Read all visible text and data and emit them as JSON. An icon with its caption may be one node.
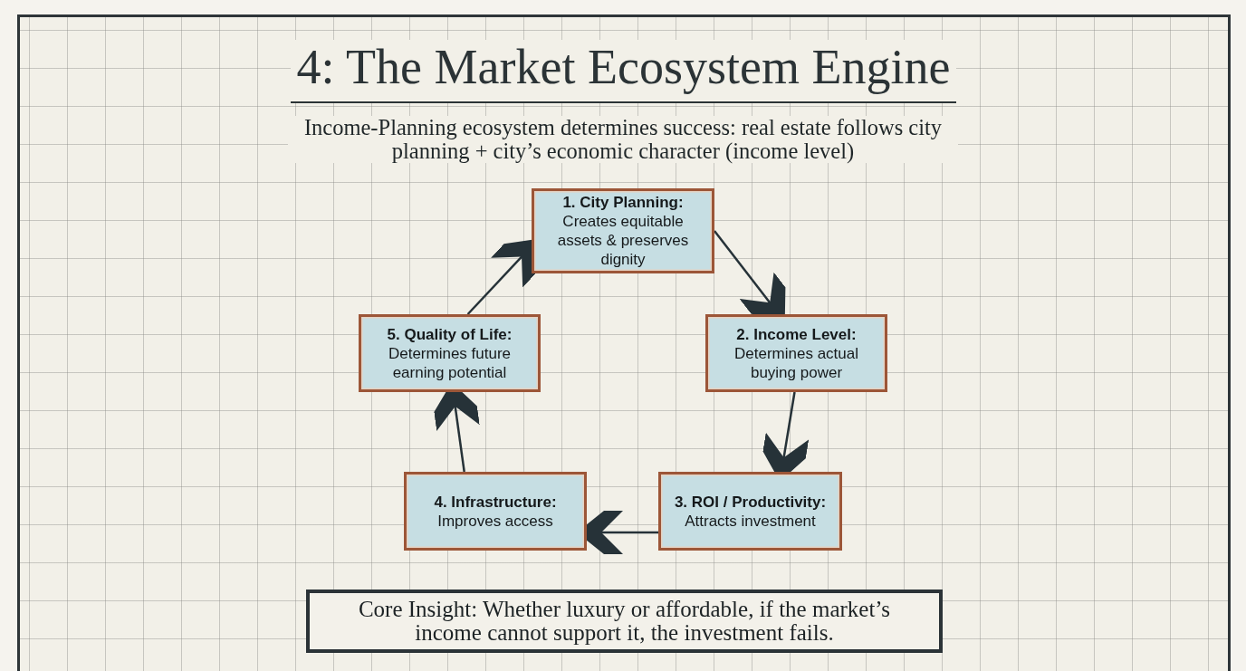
{
  "diagram": {
    "title": "4: The Market Ecosystem Engine",
    "nodes": [
      {
        "text": [
          "1. City Planning:",
          "Creates equitable assets & preserves dignity"
        ]
      },
      {
        "text": [
          "2. Income Level:",
          "Determines actual buying power"
        ]
      },
      {
        "text": [
          "3. ROI / Productivity:",
          "Attracts investment"
        ]
      },
      {
        "text": [
          "4. Infrastructure:",
          "Improves access"
        ]
      },
      {
        "text": [
          "5. Quality of Life:",
          "Determines future earning potential"
        ]
      },
      {
        "text": [
          "Core Insight: Whether luxury or affordable, if the market’s income cannot support it, the investment fails."
        ]
      }
    ],
    "edges": [
      {
        "from": 0,
        "to": 1,
        "arrow": "to"
      },
      {
        "from": 1,
        "to": 2,
        "arrow": "to"
      },
      {
        "from": 2,
        "to": 3,
        "arrow": "to"
      },
      {
        "from": 3,
        "to": 4,
        "arrow": "to"
      },
      {
        "from": 4,
        "to": 0,
        "arrow": "to"
      }
    ],
    "labels": [
      "Income-Planning ecosystem determines success: real estate follows city planning + city’s economic character (income level)"
    ]
  }
}
